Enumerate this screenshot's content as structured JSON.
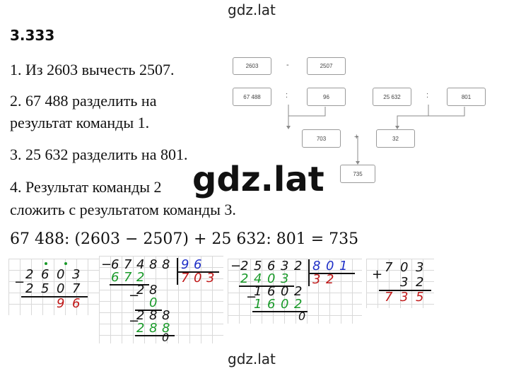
{
  "watermark_top": "gdz.lat",
  "watermark_center": "gdz.lat",
  "watermark_bottom": "gdz.lat",
  "task_number": "3.333",
  "commands": [
    "1. Из 2603 вычесть 2507.",
    "2. 67 488 разделить на",
    "результат команды 1.",
    "3. 25 632 разделить на 801.",
    "4. Результат команды 2",
    "сложить с результатом команды 3."
  ],
  "equation": "67 488: (2603 − 2507) + 25 632: 801 = 735",
  "diagram": {
    "boxes": {
      "a": "2603",
      "b": "2507",
      "c": "67 488",
      "d": "96",
      "e": "25 632",
      "f": "801",
      "g": "703",
      "h": "32",
      "i": "735"
    },
    "ops": {
      "minus": "-",
      "div1": ":",
      "div2": ":",
      "plus": "+"
    }
  },
  "calc_sub": {
    "minus": "−",
    "top": [
      "2",
      "6",
      "0",
      "3"
    ],
    "bottom": [
      "2",
      "5",
      "0",
      "7"
    ],
    "result": [
      "9",
      "6"
    ]
  },
  "calc_div1": {
    "minus": [
      "−",
      "−",
      "−"
    ],
    "dividend": [
      "6",
      "7",
      "4",
      "8",
      "8"
    ],
    "divisor": [
      "9",
      "6"
    ],
    "quotient": [
      "7",
      "0",
      "3"
    ],
    "s1": [
      "6",
      "7",
      "2"
    ],
    "r1": [
      "2",
      "8"
    ],
    "s2": [
      "0"
    ],
    "r2": [
      "2",
      "8",
      "8"
    ],
    "s3": [
      "2",
      "8",
      "8"
    ],
    "rem": [
      "0"
    ]
  },
  "calc_div2": {
    "minus": [
      "−",
      "−"
    ],
    "dividend": [
      "2",
      "5",
      "6",
      "3",
      "2"
    ],
    "divisor": [
      "8",
      "0",
      "1"
    ],
    "quotient": [
      "3",
      "2"
    ],
    "s1": [
      "2",
      "4",
      "0",
      "3"
    ],
    "r1": [
      "1",
      "6",
      "0",
      "2"
    ],
    "s2": [
      "1",
      "6",
      "0",
      "2"
    ],
    "rem": [
      "0"
    ]
  },
  "calc_add": {
    "plus": "+",
    "top": [
      "7",
      "0",
      "3"
    ],
    "bottom": [
      "3",
      "2"
    ],
    "result": [
      "7",
      "3",
      "5"
    ]
  }
}
